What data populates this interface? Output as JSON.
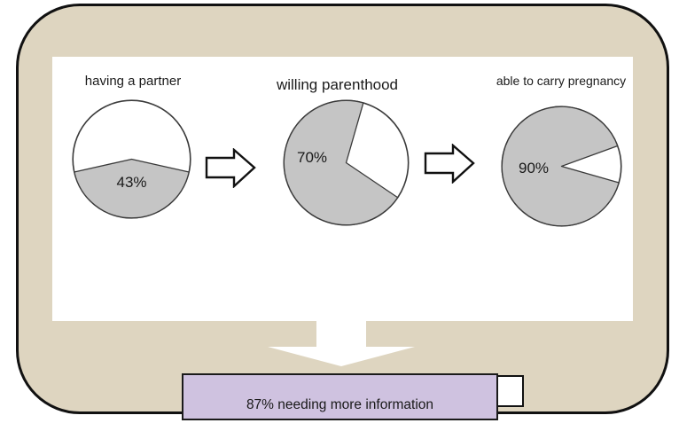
{
  "figure": {
    "result_label": "87% needing more information"
  },
  "colors": {
    "frame_fill": "#ded5c0",
    "frame_border": "#111111",
    "panel_fill": "#ffffff",
    "pie_filled": "#c5c5c5",
    "pie_remainder": "#ffffff",
    "pie_outline": "#3a3a3a",
    "result_fill": "#cfc2e0",
    "result_border": "#1a1a1a",
    "block_arrow_fill": "#ffffff",
    "block_arrow_outline": "#111111",
    "down_arrow_fill": "#ffffff"
  },
  "chart_data": [
    {
      "type": "pie",
      "title": "having a partner",
      "label": "43%",
      "value_pct": 43,
      "slices": [
        {
          "name": "having a partner",
          "value": 43,
          "color": "#c5c5c5"
        },
        {
          "name": "remainder",
          "value": 57,
          "color": "#ffffff"
        }
      ],
      "gray_from_deg": 102.6,
      "legend": "none"
    },
    {
      "type": "pie",
      "title": "willing parenthood",
      "label": "70%",
      "value_pct": 70,
      "slices": [
        {
          "name": "willing parenthood",
          "value": 70,
          "color": "#c5c5c5"
        },
        {
          "name": "remainder",
          "value": 30,
          "color": "#ffffff"
        }
      ],
      "gray_from_deg": 124,
      "legend": "none"
    },
    {
      "type": "pie",
      "title": "able to carry pregnancy",
      "label": "90%",
      "value_pct": 90,
      "slices": [
        {
          "name": "able to carry pregnancy",
          "value": 90,
          "color": "#c5c5c5"
        },
        {
          "name": "remainder",
          "value": 10,
          "color": "#ffffff"
        }
      ],
      "gray_from_deg": 106,
      "legend": "none"
    }
  ]
}
